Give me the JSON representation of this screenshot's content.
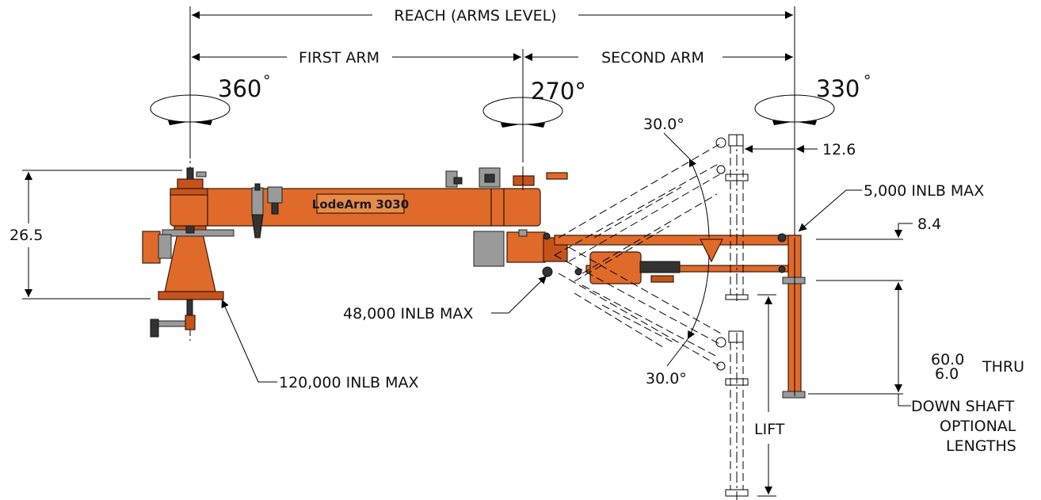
{
  "labels": {
    "reach": "REACH (ARMS LEVEL)",
    "first_arm": "FIRST ARM",
    "second_arm": "SECOND ARM",
    "rot1": "360",
    "rot1_deg": "°",
    "rot2": "270°",
    "rot3": "330",
    "rot3_deg": "°",
    "angle_up": "30.0°",
    "angle_down": "30.0°",
    "dim_126": "12.6",
    "dim_265": "26.5",
    "dim_84": "8.4",
    "torque_5k": "5,000 INLB MAX",
    "torque_48k": "48,000 INLB MAX",
    "torque_120k": "120,000 INLB MAX",
    "shaft_max": "60.0",
    "shaft_min": "6.0",
    "shaft_thru": "THRU",
    "shaft_line1": "DOWN SHAFT",
    "shaft_line2": "OPTIONAL",
    "shaft_line3": "LENGTHS",
    "lift": "LIFT",
    "logo": "LodeArm 3030"
  },
  "colors": {
    "arm": "#e06a2a",
    "arm_dark": "#c5531b",
    "line": "#000000"
  }
}
